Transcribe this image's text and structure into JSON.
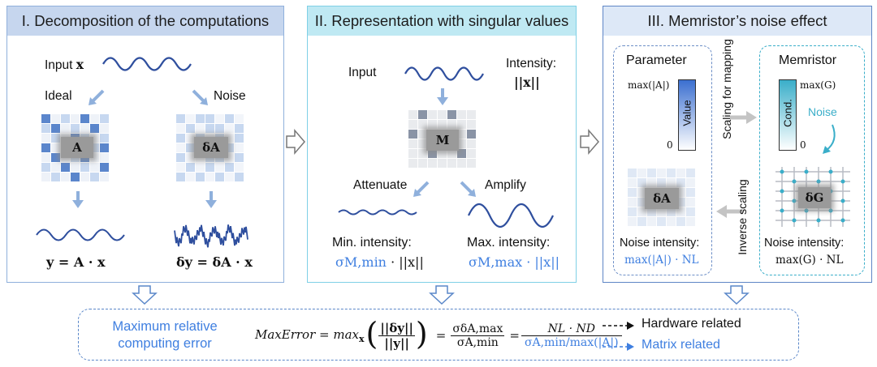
{
  "panel1": {
    "title": "I. Decomposition of the computations",
    "input_label": "Input",
    "input_var": "x",
    "ideal_label": "Ideal",
    "noise_label": "Noise",
    "matrix_a": "A",
    "matrix_da": "δA",
    "eq_ideal": "y = A · x",
    "eq_noise": "δy = δA · x"
  },
  "panel2": {
    "title": "II. Representation with singular values",
    "input_label": "Input",
    "intensity_label": "Intensity:",
    "intensity_value": "||x||",
    "matrix_m": "M",
    "attenuate_label": "Attenuate",
    "amplify_label": "Amplify",
    "min_label": "Min. intensity:",
    "min_expr_sigma": "σM,min",
    "min_expr_rest": " · ||x||",
    "max_label": "Max. intensity:",
    "max_expr": "σM,max · ||x||"
  },
  "panel3": {
    "title": "III. Memristor’s noise effect",
    "parameter_title": "Parameter",
    "param_max": "max(|A|)",
    "param_zero": "0",
    "param_bar_label": "Value",
    "param_matrix": "δA",
    "param_noise_label": "Noise intensity:",
    "param_noise_expr": "max(|A|) · NL",
    "scaling_label": "Scaling for mapping",
    "inverse_label": "Inverse scaling",
    "memristor_title": "Memristor",
    "mem_max": "max(G)",
    "mem_zero": "0",
    "mem_bar_label": "Cond.",
    "mem_noise_arrow_label": "Noise",
    "mem_matrix": "δG",
    "mem_noise_label": "Noise intensity:",
    "mem_noise_expr": "max(G) · NL"
  },
  "bottom": {
    "label_line1": "Maximum relative",
    "label_line2": "computing error",
    "formula_lhs": "MaxError = max",
    "formula_sub": "x",
    "frac1_num": "||δy||",
    "frac1_den": "||y||",
    "frac2_num": "σδA,max",
    "frac2_den": "σA,min",
    "frac3_num": "NL · ND",
    "frac3_den": "σA,min/max(|A|)",
    "hardware_label": "Hardware related",
    "matrix_label": "Matrix related"
  },
  "colors": {
    "panel1_header": "#c6d6ee",
    "panel2_header": "#bfe9f3",
    "panel3_header": "#dde8f7",
    "matrix_dark": "#5b86cc",
    "matrix_light": "#c7d8f0",
    "accent_blue": "#3f7fe0",
    "teal": "#3aaec9"
  }
}
